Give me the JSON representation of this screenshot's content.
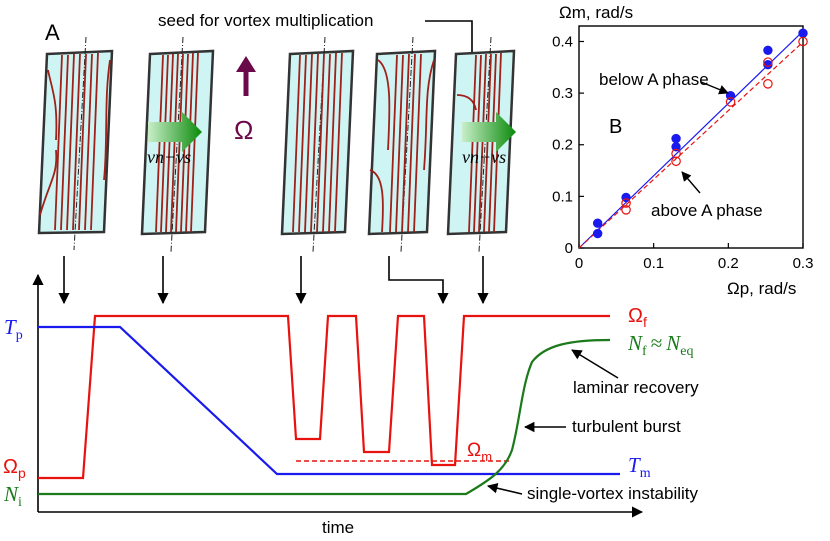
{
  "panel_a": {
    "letter": "A",
    "seed_label": "seed for vortex multiplication",
    "omega_symbol": "Ω",
    "flow_label": "vn−vs"
  },
  "timeline": {
    "x_axis_label": "time",
    "tp_label": "T",
    "tp_sub": "p",
    "tm_label": "T",
    "tm_sub": "m",
    "omega_f_label": "Ω",
    "omega_f_sub": "f",
    "omega_p_label": "Ω",
    "omega_p_sub": "p",
    "omega_m_label": "Ω",
    "omega_m_sub": "m",
    "ni_label": "N",
    "ni_sub": "i",
    "nf_label": "N",
    "nf_sub": "f",
    "approx": "≈",
    "neq_label": "N",
    "neq_sub": "eq",
    "annotations": {
      "laminar": "laminar recovery",
      "turbulent": "turbulent burst",
      "single": "single-vortex instability"
    },
    "colors": {
      "omega": "#e8130f",
      "temperature": "#1a1aee",
      "vortices": "#1b7a1b"
    }
  },
  "chart_data": {
    "type": "scatter",
    "letter": "B",
    "ylabel": "Ωm, rad/s",
    "xlabel": "Ωp, rad/s",
    "xlim": [
      0,
      0.3
    ],
    "ylim": [
      0,
      0.43
    ],
    "xticks": [
      "0",
      "0.1",
      "0.2",
      "0.3"
    ],
    "yticks": [
      "0",
      "0.1",
      "0.2",
      "0.3",
      "0.4"
    ],
    "annotations": [
      "below A phase",
      "above A phase"
    ],
    "series": [
      {
        "name": "below A phase",
        "color": "#1a1aee",
        "marker": "filled",
        "points": [
          [
            0.025,
            0.048
          ],
          [
            0.025,
            0.028
          ],
          [
            0.063,
            0.098
          ],
          [
            0.13,
            0.212
          ],
          [
            0.13,
            0.196
          ],
          [
            0.203,
            0.295
          ],
          [
            0.253,
            0.383
          ],
          [
            0.253,
            0.355
          ],
          [
            0.3,
            0.416
          ]
        ]
      },
      {
        "name": "above A phase",
        "color": "#e8130f",
        "marker": "open",
        "points": [
          [
            0.063,
            0.074
          ],
          [
            0.063,
            0.087
          ],
          [
            0.13,
            0.168
          ],
          [
            0.13,
            0.183
          ],
          [
            0.203,
            0.283
          ],
          [
            0.253,
            0.318
          ],
          [
            0.253,
            0.36
          ],
          [
            0.3,
            0.4
          ]
        ]
      }
    ],
    "fits": [
      {
        "color": "#1a1aee",
        "style": "solid",
        "slope": 1.4
      },
      {
        "color": "#e8130f",
        "style": "dashed",
        "slope": 1.33
      }
    ]
  }
}
